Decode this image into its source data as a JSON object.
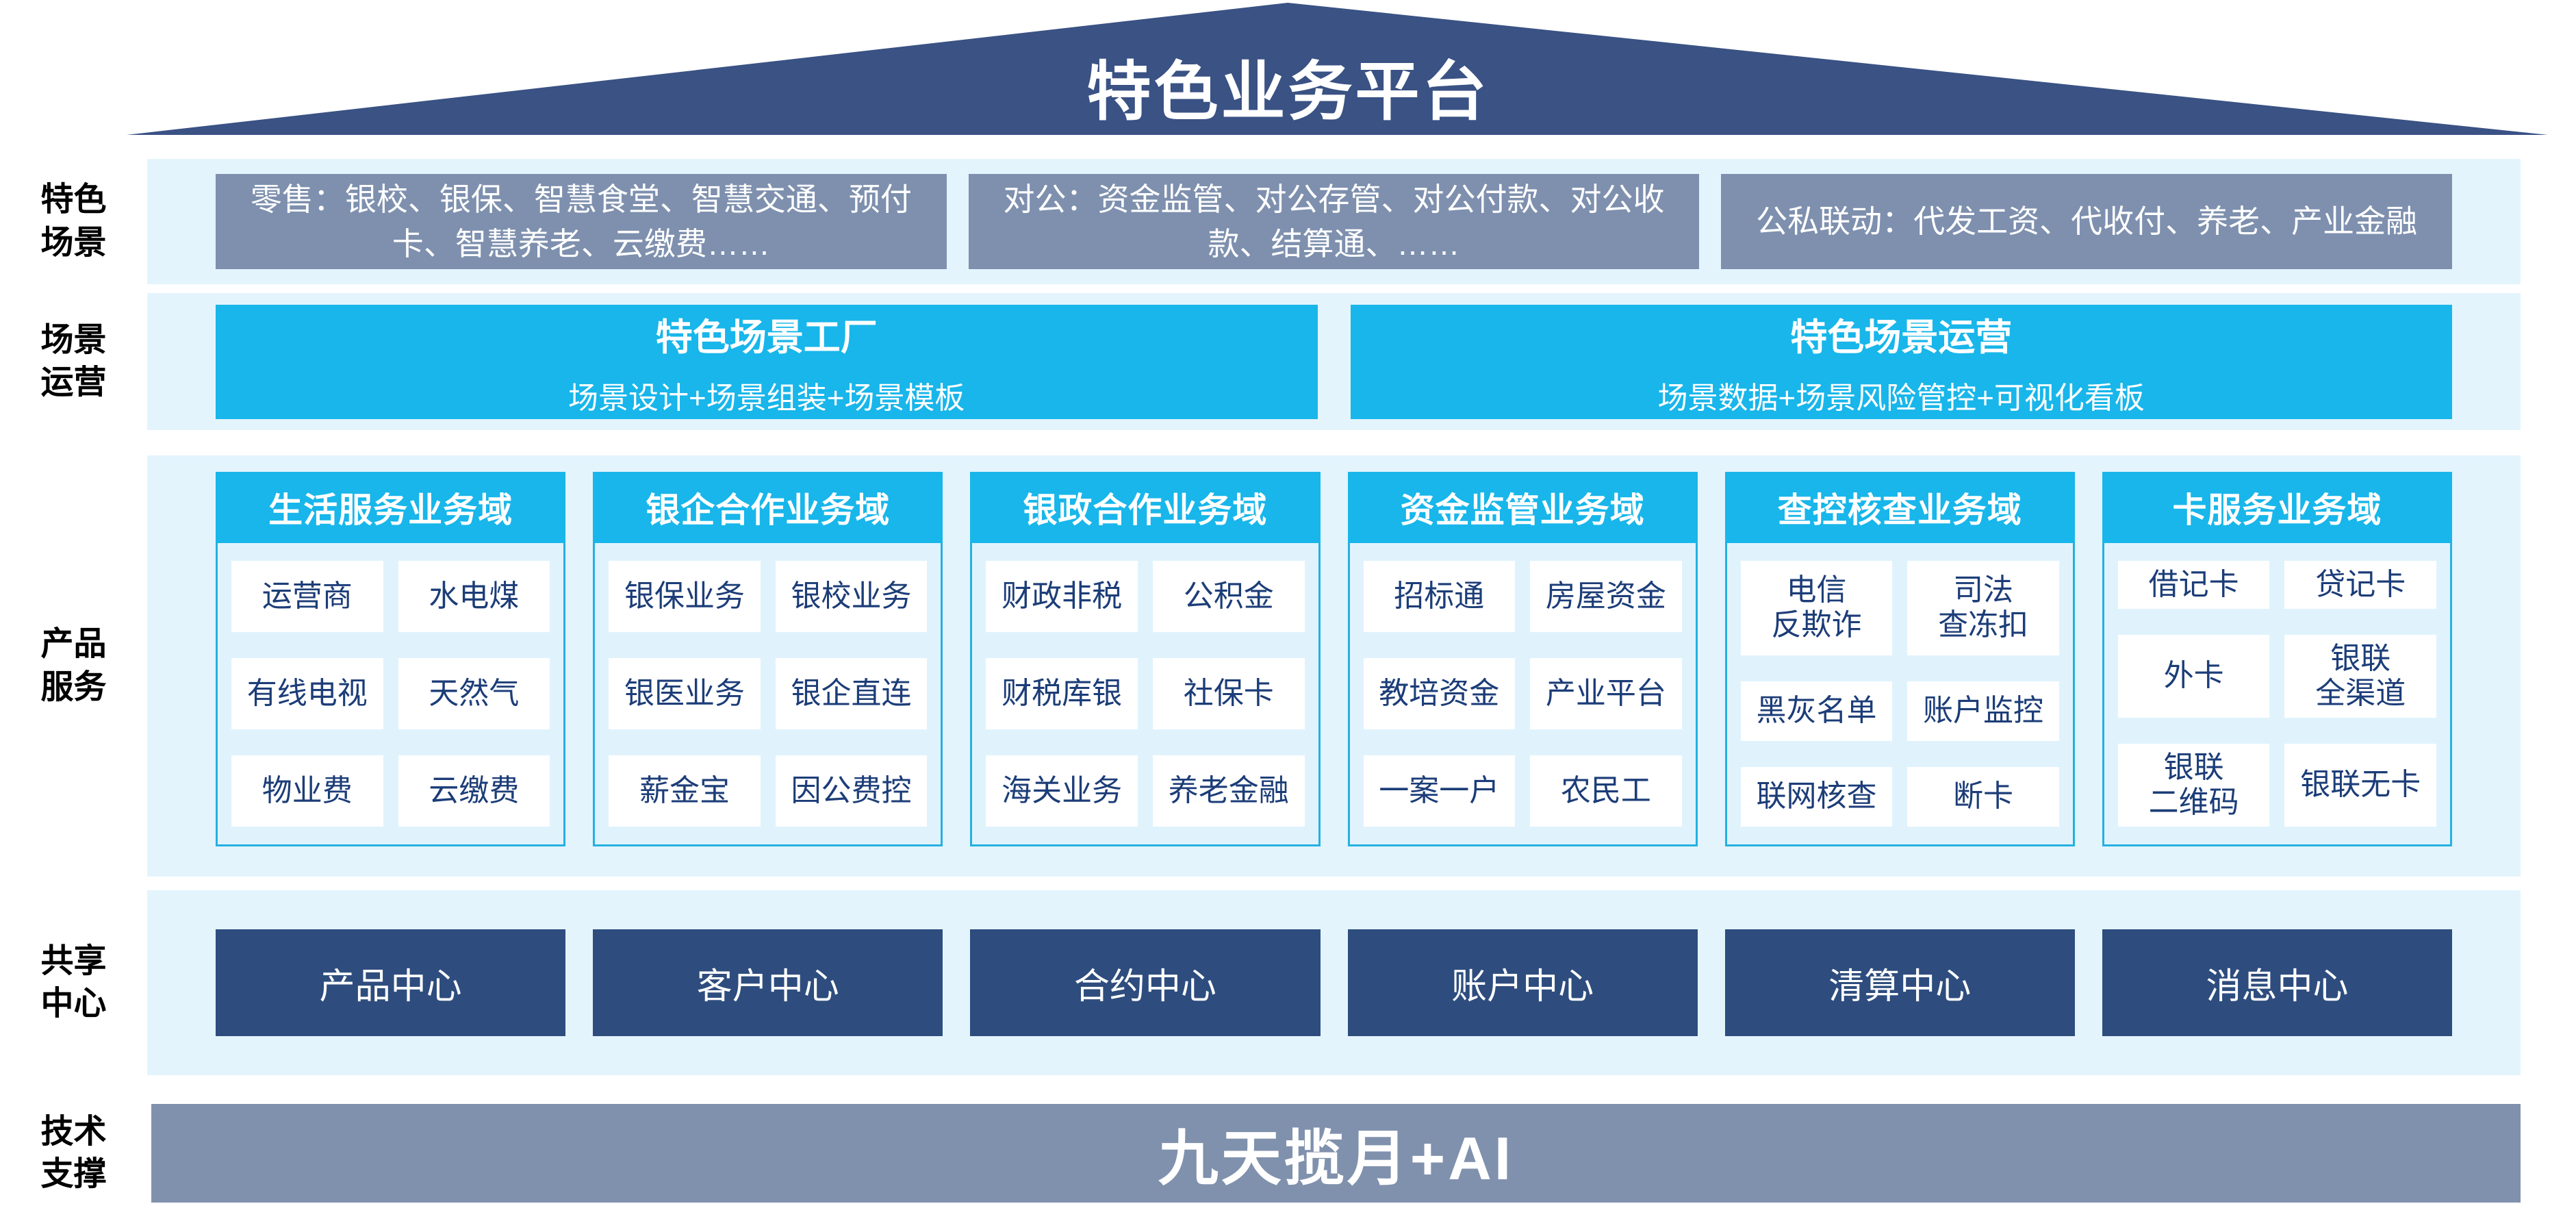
{
  "colors": {
    "roof_navy": "#3a5284",
    "scene_box_blue": "#7e90ae",
    "cyan": "#18b6ea",
    "band_light_blue": "#e3f4fd",
    "domain_body_blue": "#e0f3fd",
    "domain_border_cyan": "#25b0e2",
    "item_text_navy": "#1c3d78",
    "center_box_navy": "#2e4d7e",
    "tech_bar_blue": "#8091ad"
  },
  "roof": {
    "title": "特色业务平台"
  },
  "scene_row": {
    "label_line1": "特色",
    "label_line2": "场景",
    "boxes": [
      "零售：银校、银保、智慧食堂、智慧交通、预付卡、智慧养老、云缴费……",
      "对公：资金监管、对公存管、对公付款、对公收款、结算通、……",
      "公私联动：代发工资、代收付、养老、产业金融"
    ]
  },
  "operation_row": {
    "label_line1": "场景",
    "label_line2": "运营",
    "factory": {
      "title": "特色场景工厂",
      "subtitle": "场景设计+场景组装+场景模板"
    },
    "operation": {
      "title": "特色场景运营",
      "subtitle": "场景数据+场景风险管控+可视化看板"
    }
  },
  "product_row": {
    "label_line1": "产品",
    "label_line2": "服务",
    "domains": [
      {
        "header": "生活服务业务域",
        "items": [
          "运营商",
          "水电煤",
          "有线电视",
          "天然气",
          "物业费",
          "云缴费"
        ]
      },
      {
        "header": "银企合作业务域",
        "items": [
          "银保业务",
          "银校业务",
          "银医业务",
          "银企直连",
          "薪金宝",
          "因公费控"
        ]
      },
      {
        "header": "银政合作业务域",
        "items": [
          "财政非税",
          "公积金",
          "财税库银",
          "社保卡",
          "海关业务",
          "养老金融"
        ]
      },
      {
        "header": "资金监管业务域",
        "items": [
          "招标通",
          "房屋资金",
          "教培资金",
          "产业平台",
          "一案一户",
          "农民工"
        ]
      },
      {
        "header": "查控核查业务域",
        "items": [
          "电信\n反欺诈",
          "司法\n查冻扣",
          "黑灰名单",
          "账户监控",
          "联网核查",
          "断卡"
        ]
      },
      {
        "header": "卡服务业务域",
        "items": [
          "借记卡",
          "贷记卡",
          "外卡",
          "银联\n全渠道",
          "银联\n二维码",
          "银联无卡"
        ]
      }
    ]
  },
  "center_row": {
    "label_line1": "共享",
    "label_line2": "中心",
    "boxes": [
      "产品中心",
      "客户中心",
      "合约中心",
      "账户中心",
      "清算中心",
      "消息中心"
    ]
  },
  "tech_row": {
    "label_line1": "技术",
    "label_line2": "支撑",
    "banner": "九天揽月+AI"
  }
}
